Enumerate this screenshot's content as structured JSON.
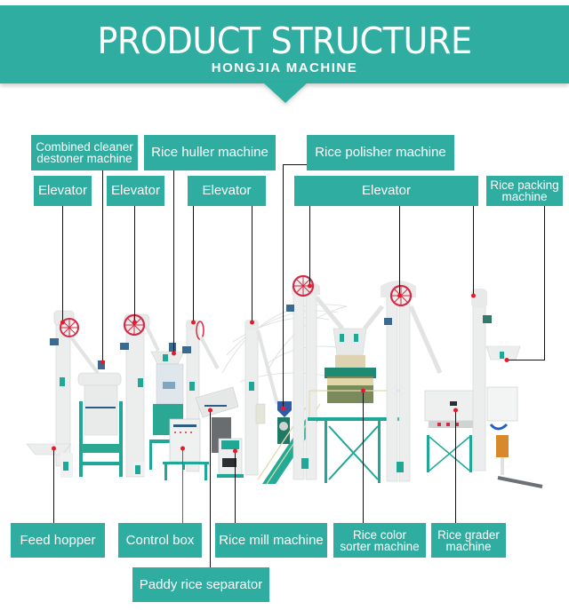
{
  "header": {
    "title": "PRODUCT STRUCTURE",
    "subtitle": "HONGJIA MACHINE"
  },
  "colors": {
    "accent": "#2eada0",
    "label_text": "#ffffff",
    "leader_line": "#111111",
    "marker_dot": "#e8192c",
    "machine_frame": "#1fa896",
    "machine_body": "#eef0ef",
    "pulley": "#d42a45"
  },
  "labels_top": [
    {
      "id": "combined-cleaner",
      "text": "Combined cleaner destoner machine"
    },
    {
      "id": "rice-huller",
      "text": "Rice huller machine"
    },
    {
      "id": "rice-polisher",
      "text": "Rice polisher machine"
    },
    {
      "id": "elevator-1",
      "text": "Elevator"
    },
    {
      "id": "elevator-2",
      "text": "Elevator"
    },
    {
      "id": "elevator-3",
      "text": "Elevator"
    },
    {
      "id": "elevator-4",
      "text": "Elevator"
    },
    {
      "id": "rice-packing",
      "text": "Rice packing machine"
    }
  ],
  "labels_bottom": [
    {
      "id": "feed-hopper",
      "text": "Feed hopper"
    },
    {
      "id": "control-box",
      "text": "Control box"
    },
    {
      "id": "rice-mill",
      "text": "Rice mill machine"
    },
    {
      "id": "rice-color-sorter",
      "text": "Rice color sorter machine"
    },
    {
      "id": "rice-grader",
      "text": "Rice grader machine"
    },
    {
      "id": "paddy-separator",
      "text": "Paddy rice separator"
    }
  ],
  "image": {
    "alt": "Complete rice milling plant line with elevators, cleaner, huller, separator, mill, polisher, color sorter, grader and packing machine"
  }
}
